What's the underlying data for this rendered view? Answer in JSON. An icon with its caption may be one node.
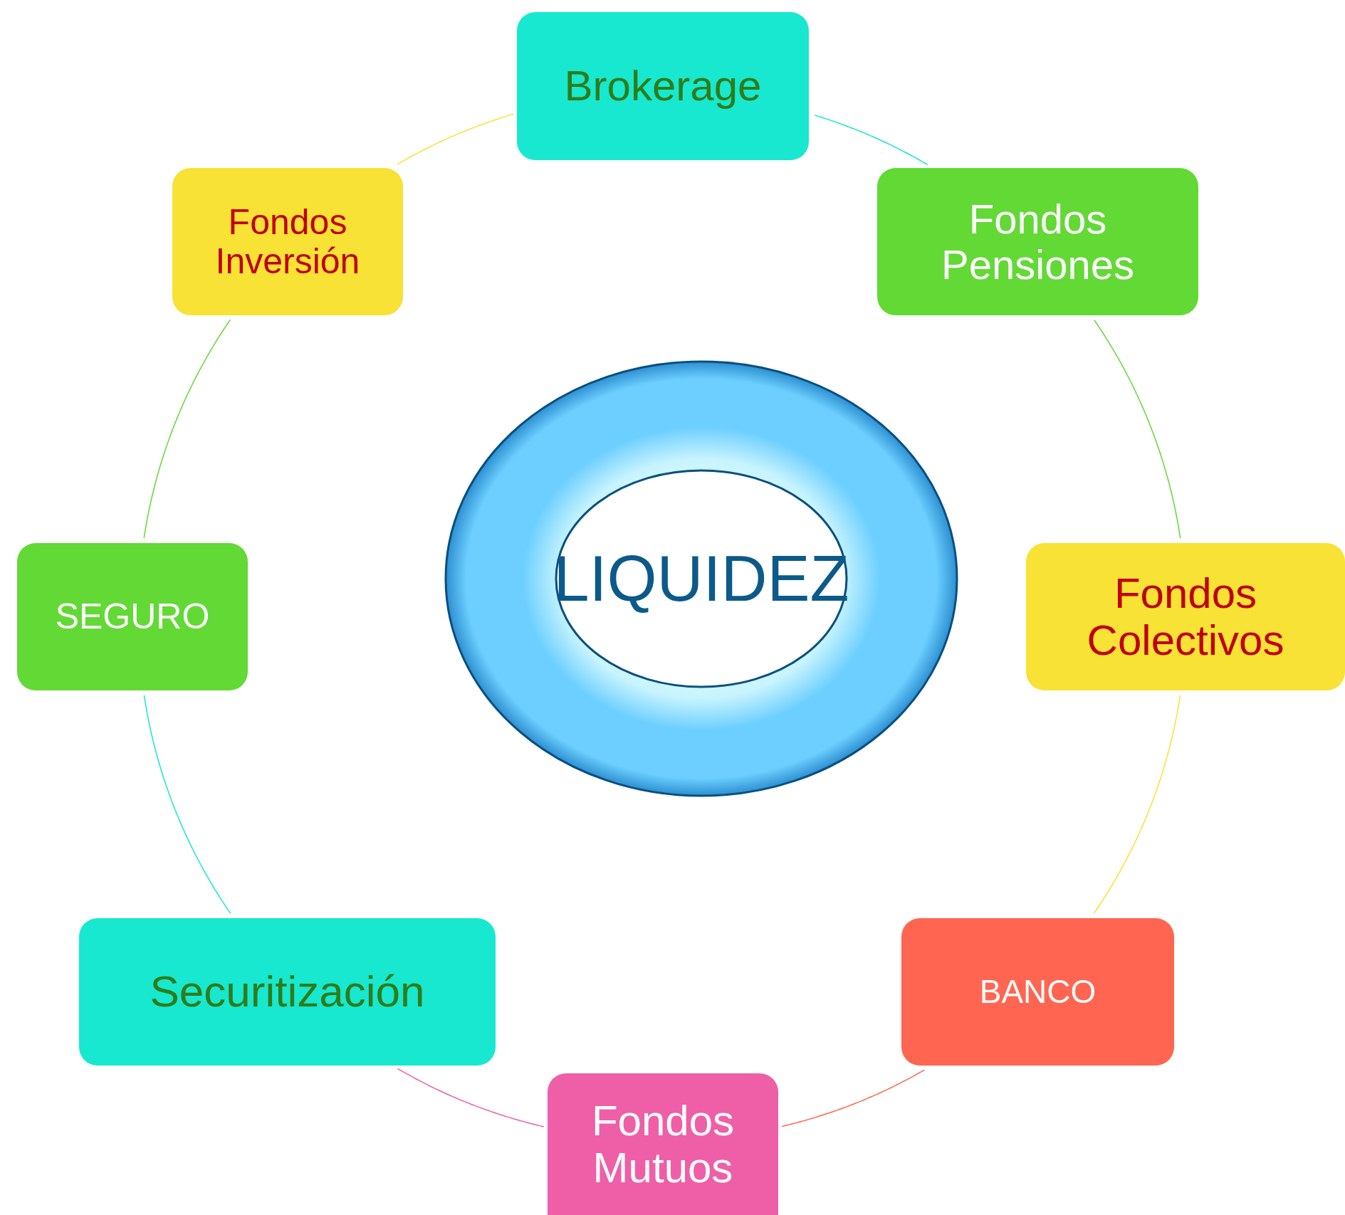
{
  "diagram": {
    "nodes": [
      {
        "text": [
          "LIQUIDEZ"
        ]
      },
      {
        "text": [
          "Brokerage"
        ]
      },
      {
        "text": [
          "Fondos Pensiones"
        ]
      },
      {
        "text": [
          "Fondos Colectivos"
        ]
      },
      {
        "text": [
          "BANCO"
        ]
      },
      {
        "text": [
          "Fondos Mutuos"
        ]
      },
      {
        "text": [
          "Securitización"
        ]
      },
      {
        "text": [
          "SEGURO"
        ]
      },
      {
        "text": [
          "Fondos Inversión"
        ]
      }
    ],
    "edges": [
      {
        "from": 1,
        "to": 2,
        "arrow": "none",
        "color": "#17e8cf"
      },
      {
        "from": 2,
        "to": 3,
        "arrow": "none",
        "color": "#62d935"
      },
      {
        "from": 3,
        "to": 4,
        "arrow": "none",
        "color": "#f7e235"
      },
      {
        "from": 4,
        "to": 5,
        "arrow": "none",
        "color": "#ff6550"
      },
      {
        "from": 5,
        "to": 6,
        "arrow": "none",
        "color": "#ee5fa7"
      },
      {
        "from": 6,
        "to": 7,
        "arrow": "none",
        "color": "#17e8cf"
      },
      {
        "from": 7,
        "to": 8,
        "arrow": "none",
        "color": "#62d935"
      },
      {
        "from": 8,
        "to": 1,
        "arrow": "none",
        "color": "#f7e235"
      }
    ]
  }
}
